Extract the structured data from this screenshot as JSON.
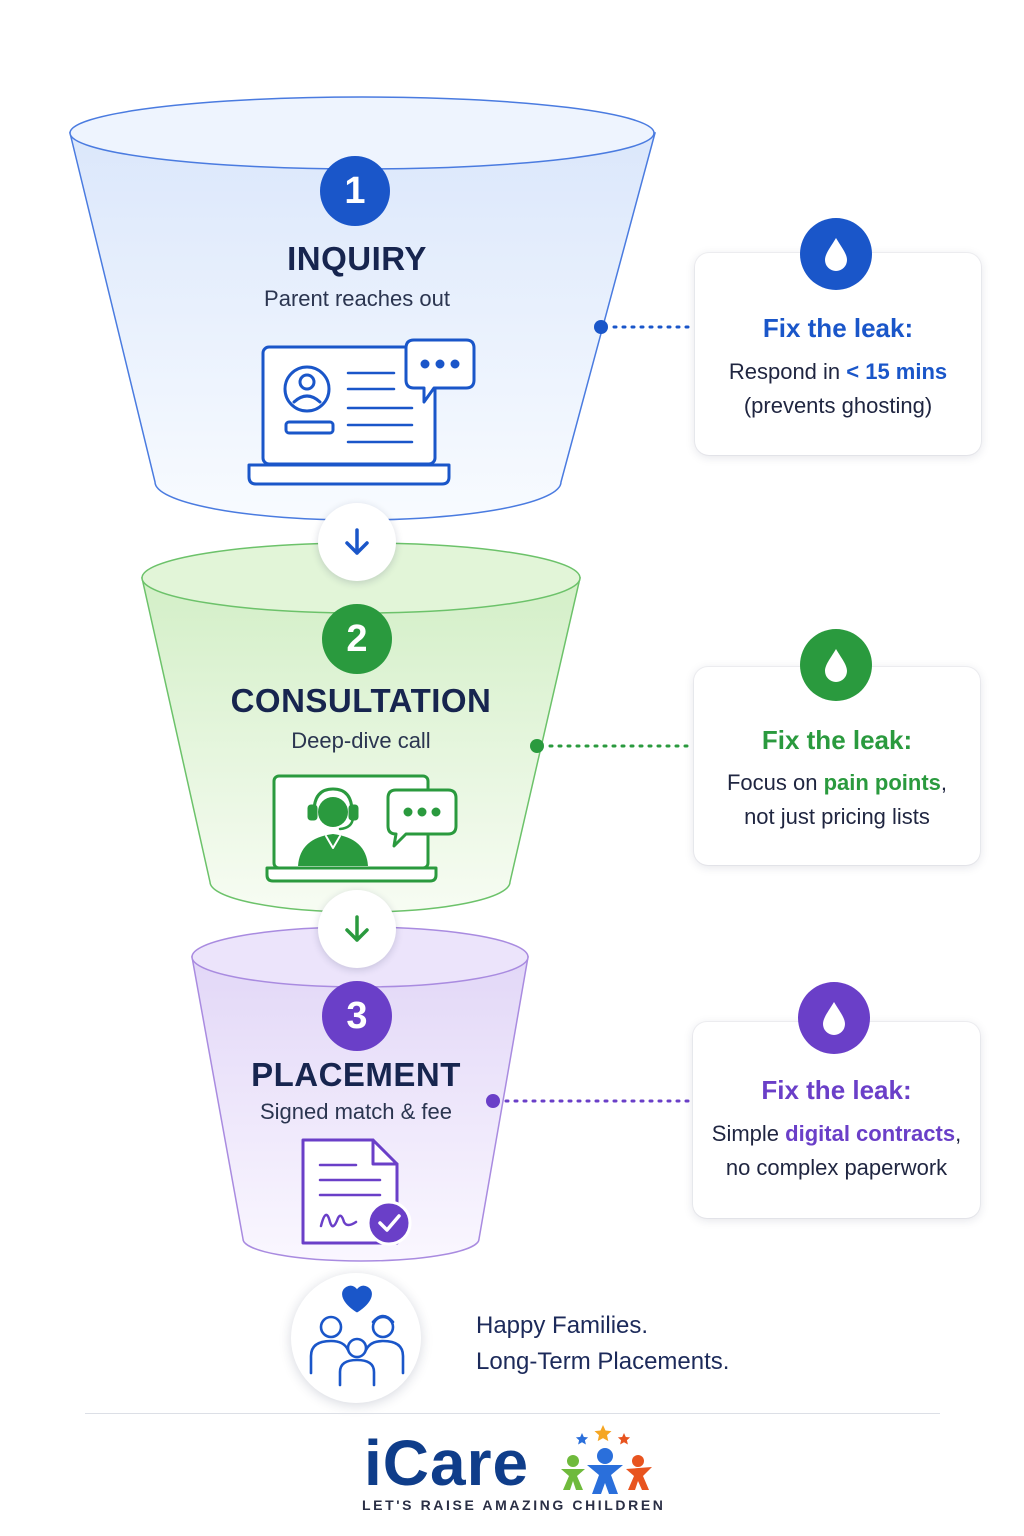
{
  "stages": [
    {
      "number": "1",
      "title": "INQUIRY",
      "subtitle": "Parent reaches out",
      "color": "#1a56c9",
      "fill": "#eaf1fd",
      "icon": "laptop-profile-chat-icon",
      "card": {
        "title": "Fix the leak:",
        "line1_pre": "Respond in ",
        "line1_highlight": "< 15 mins",
        "line1_post": "",
        "line2": "(prevents ghosting)"
      }
    },
    {
      "number": "2",
      "title": "CONSULTATION",
      "subtitle": "Deep-dive call",
      "color": "#2a9a3e",
      "fill": "#ecf8e6",
      "icon": "video-call-headset-icon",
      "card": {
        "title": "Fix the leak:",
        "line1_pre": "Focus on ",
        "line1_highlight": "pain points",
        "line1_post": ",",
        "line2": "not just pricing lists"
      }
    },
    {
      "number": "3",
      "title": "PLACEMENT",
      "subtitle": "Signed match & fee",
      "color": "#6a3fc8",
      "fill": "#f1ecfb",
      "icon": "signed-contract-icon",
      "card": {
        "title": "Fix the leak:",
        "line1_pre": "Simple ",
        "line1_highlight": "digital contracts",
        "line1_post": ",",
        "line2": "no complex paperwork"
      }
    }
  ],
  "footer": {
    "line1": "Happy Families.",
    "line2": "Long-Term Placements.",
    "icon": "family-heart-icon"
  },
  "brand": {
    "name": "iCare",
    "tagline": "LET'S RAISE AMAZING CHILDREN",
    "logo_icon": "children-stars-logo-icon",
    "color": "#0f3d8a"
  }
}
